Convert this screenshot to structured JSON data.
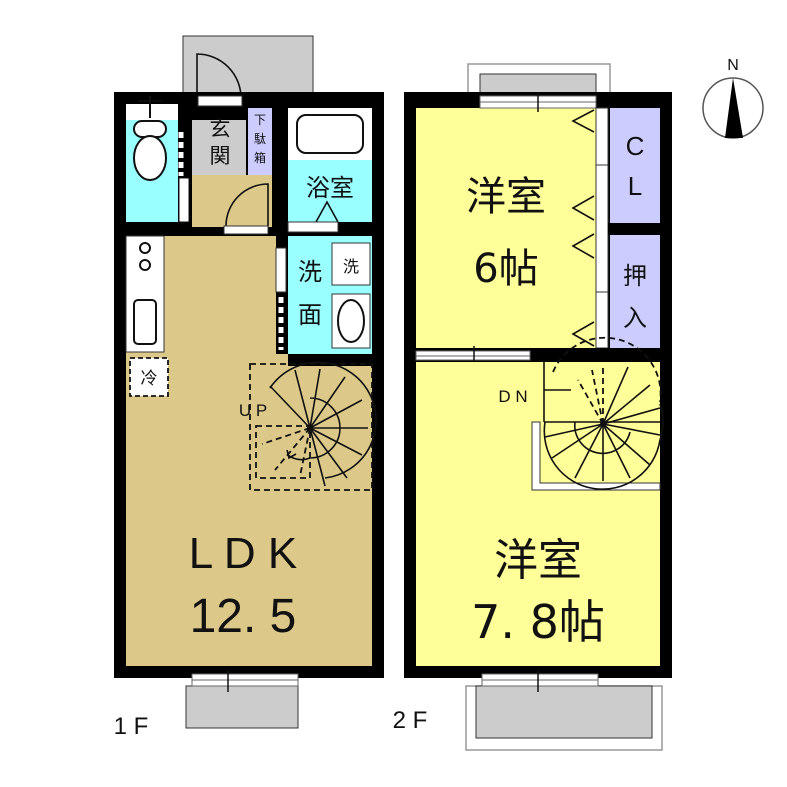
{
  "colors": {
    "ldk": "#dcc98a",
    "entrance": "#cccccc",
    "wet": "#99ffff",
    "room": "#ffff99",
    "storage": "#ccccff",
    "balcony": "#cccccc",
    "wall": "#000000"
  },
  "compass": {
    "label": "N"
  },
  "floor1": {
    "label": "1 F",
    "rooms": {
      "entrance": {
        "line1": "玄",
        "line2": "関"
      },
      "shoe_box": {
        "line1": "下",
        "line2": "駄",
        "line3": "箱"
      },
      "bath": {
        "label": "浴室"
      },
      "washroom": {
        "line1": "洗",
        "line2": "面"
      },
      "washer": {
        "label": "洗"
      },
      "fridge": {
        "label": "冷"
      },
      "stairs": {
        "label": "U P"
      },
      "ldk": {
        "name": "L D K",
        "size": "12. 5"
      }
    }
  },
  "floor2": {
    "label": "2 F",
    "rooms": {
      "western_room_1": {
        "name": "洋室",
        "size": "6帖"
      },
      "closet": {
        "line1": "C",
        "line2": "L"
      },
      "oshiire": {
        "line1": "押",
        "line2": "入"
      },
      "stairs": {
        "label": "D N"
      },
      "western_room_2": {
        "name": "洋室",
        "size": "7. 8帖"
      }
    }
  }
}
